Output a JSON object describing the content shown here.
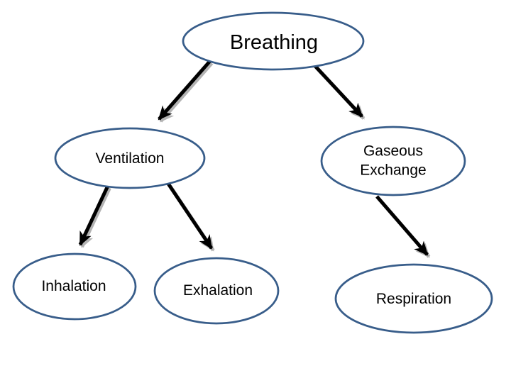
{
  "slide": {
    "description": "Concept map of breathing",
    "background_color": "#ffffff",
    "node_outline_color": "#385d8a",
    "arrow_color": "#000000",
    "arrow_shadow_color": "#b3b3b3",
    "text_color": "#000000"
  },
  "diagram": {
    "type": "tree",
    "root": "Breathing",
    "nodes": [
      {
        "id": "breathing",
        "label": "Breathing"
      },
      {
        "id": "ventilation",
        "label": "Ventilation"
      },
      {
        "id": "gaseous-exchange",
        "label": "Gaseous Exchange"
      },
      {
        "id": "inhalation",
        "label": "Inhalation"
      },
      {
        "id": "exhalation",
        "label": "Exhalation"
      },
      {
        "id": "respiration",
        "label": "Respiration"
      }
    ],
    "edges": [
      {
        "from": "breathing",
        "to": "ventilation"
      },
      {
        "from": "breathing",
        "to": "gaseous-exchange"
      },
      {
        "from": "ventilation",
        "to": "inhalation"
      },
      {
        "from": "ventilation",
        "to": "exhalation"
      },
      {
        "from": "gaseous-exchange",
        "to": "respiration"
      }
    ]
  }
}
